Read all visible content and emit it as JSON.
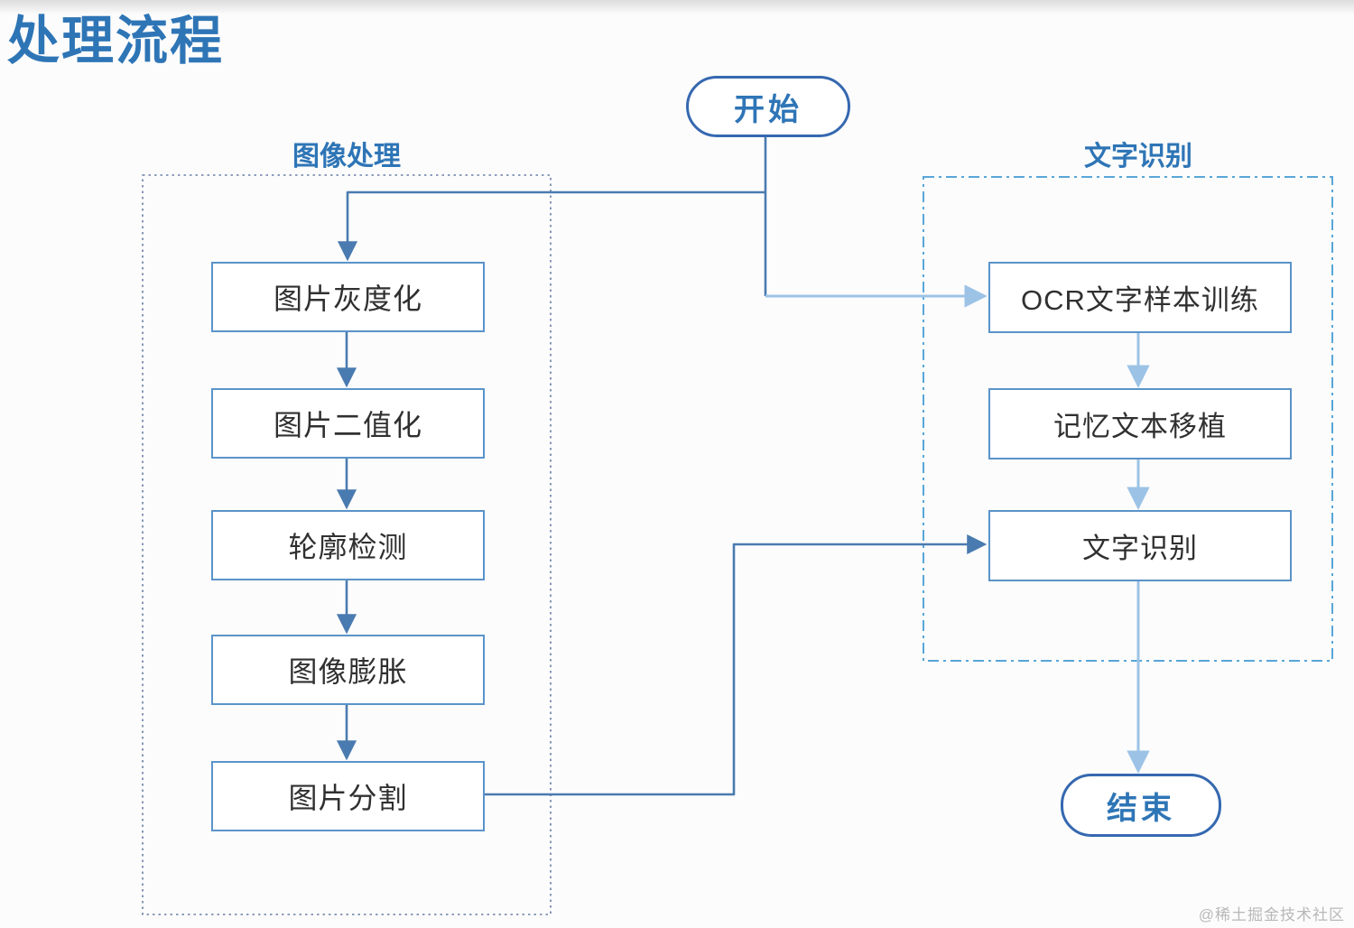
{
  "page": {
    "title": "处理流程",
    "watermark": "@稀土掘金技术社区"
  },
  "flow": {
    "start": "开始",
    "end": "结束",
    "image_processing": {
      "label": "图像处理",
      "nodes": [
        "图片灰度化",
        "图片二值化",
        "轮廓检测",
        "图像膨胀",
        "图片分割"
      ]
    },
    "text_recognition": {
      "label": "文字识别",
      "nodes": [
        "OCR文字样本训练",
        "记忆文本移植",
        "文字识别"
      ]
    }
  },
  "colors": {
    "accent-blue": "#2e75b6",
    "pill-border": "#3568b0",
    "box-border": "#5b93c9",
    "box-text": "#303030",
    "line-dark": "#4a7bb0",
    "line-light": "#9cc3e6",
    "dash-left": "#6b7fa3",
    "dash-right": "#58a6d8",
    "watermark": "#b8b8b8",
    "bg": "#fcfcfc"
  }
}
